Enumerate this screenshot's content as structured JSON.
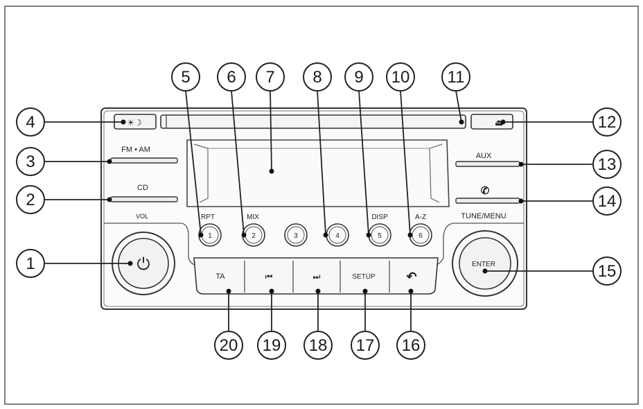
{
  "callouts": [
    {
      "id": "1",
      "label": "1"
    },
    {
      "id": "2",
      "label": "2"
    },
    {
      "id": "3",
      "label": "3"
    },
    {
      "id": "4",
      "label": "4"
    },
    {
      "id": "5",
      "label": "5"
    },
    {
      "id": "6",
      "label": "6"
    },
    {
      "id": "7",
      "label": "7"
    },
    {
      "id": "8",
      "label": "8"
    },
    {
      "id": "9",
      "label": "9"
    },
    {
      "id": "10",
      "label": "10"
    },
    {
      "id": "11",
      "label": "11"
    },
    {
      "id": "12",
      "label": "12"
    },
    {
      "id": "13",
      "label": "13"
    },
    {
      "id": "14",
      "label": "14"
    },
    {
      "id": "15",
      "label": "15"
    },
    {
      "id": "16",
      "label": "16"
    },
    {
      "id": "17",
      "label": "17"
    },
    {
      "id": "18",
      "label": "18"
    },
    {
      "id": "19",
      "label": "19"
    },
    {
      "id": "20",
      "label": "20"
    }
  ],
  "panel": {
    "fm_am_label": "FM • AM",
    "cd_label": "CD",
    "vol_label": "VOL",
    "aux_label": "AUX",
    "tune_menu_label": "TUNE/MENU",
    "enter_label": "ENTER",
    "preset_captions": {
      "p1": "RPT",
      "p2": "MIX",
      "p5": "DISP",
      "p6": "A-Z"
    },
    "presets": [
      "1",
      "2",
      "3",
      "4",
      "5",
      "6"
    ],
    "bottom_buttons": {
      "ta": "TA",
      "prev": "⏮",
      "next": "⏭",
      "setup": "SETUP",
      "back": "↶"
    },
    "power_symbol": "⏻",
    "eject_symbol": "⏏",
    "phone_symbol": "✆",
    "day_night_symbol": "☀☽"
  }
}
